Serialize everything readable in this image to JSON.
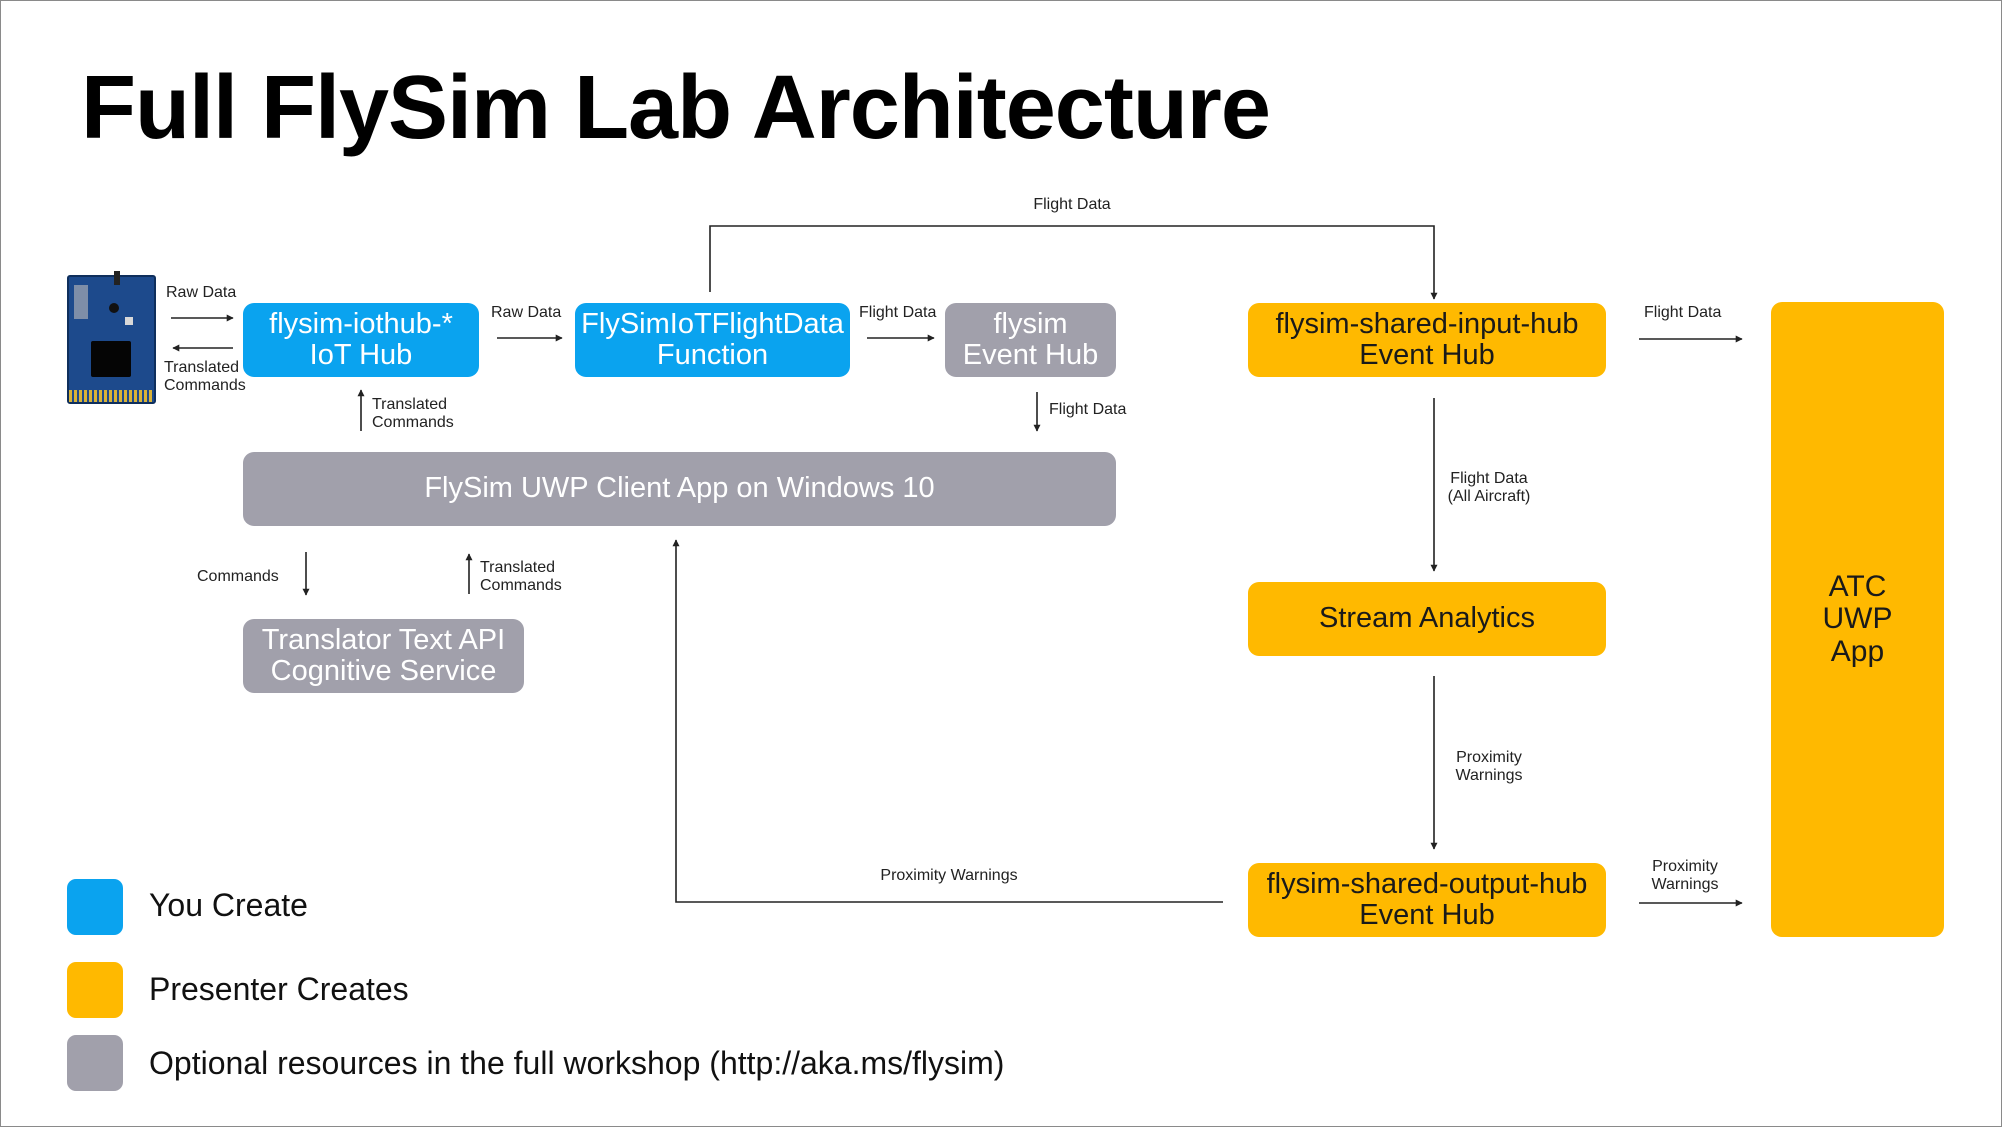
{
  "title": "Full FlySim Lab Architecture",
  "colors": {
    "you_create": "#0aa3ef",
    "presenter_creates": "#ffb900",
    "optional": "#a1a0ab",
    "arrow": "#222222"
  },
  "device": {
    "icon": "mxchip-iot-devkit-board"
  },
  "nodes": {
    "iothub": {
      "line1": "flysim-iothub-*",
      "line2": "IoT Hub"
    },
    "function": {
      "line1": "FlySimIoTFlightData",
      "line2": "Function"
    },
    "eventhub": {
      "line1": "flysim",
      "line2": "Event Hub"
    },
    "uwp_client": {
      "label": "FlySim UWP Client App on Windows 10"
    },
    "translator": {
      "line1": "Translator Text API",
      "line2": "Cognitive Service"
    },
    "input_hub": {
      "line1": "flysim-shared-input-hub",
      "line2": "Event Hub"
    },
    "stream_analytics": {
      "label": "Stream Analytics"
    },
    "output_hub": {
      "line1": "flysim-shared-output-hub",
      "line2": "Event Hub"
    },
    "atc": {
      "line1": "ATC",
      "line2": "UWP",
      "line3": "App"
    }
  },
  "edge_labels": {
    "raw_data_1": "Raw Data",
    "translated_commands_1": {
      "line1": "Translated",
      "line2": "Commands"
    },
    "raw_data_2": "Raw Data",
    "flight_data_top": "Flight Data",
    "flight_data_func": "Flight Data",
    "flight_data_eventhub": "Flight Data",
    "translated_commands_2": {
      "line1": "Translated",
      "line2": "Commands"
    },
    "commands": "Commands",
    "translated_commands_3": {
      "line1": "Translated",
      "line2": "Commands"
    },
    "flight_data_atc": "Flight Data",
    "flight_data_all": {
      "line1": "Flight Data",
      "line2": "(All Aircraft)"
    },
    "proximity_sa": {
      "line1": "Proximity",
      "line2": "Warnings"
    },
    "proximity_atc": {
      "line1": "Proximity",
      "line2": "Warnings"
    },
    "proximity_back": "Proximity Warnings"
  },
  "legend": {
    "you_create": "You Create",
    "presenter_creates": "Presenter Creates",
    "optional": "Optional resources in the full workshop (http://aka.ms/flysim)"
  }
}
